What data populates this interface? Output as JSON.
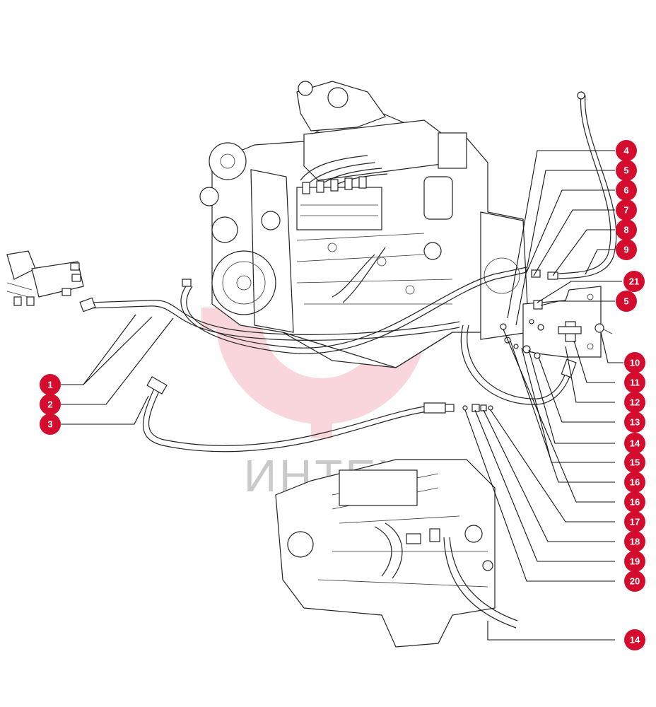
{
  "watermark": {
    "text": "ИНТЕХ"
  },
  "callouts": [
    {
      "id": "c1",
      "label": "1"
    },
    {
      "id": "c2",
      "label": "2"
    },
    {
      "id": "c3",
      "label": "3"
    },
    {
      "id": "c4",
      "label": "4"
    },
    {
      "id": "c5a",
      "label": "5"
    },
    {
      "id": "c6",
      "label": "6"
    },
    {
      "id": "c7",
      "label": "7"
    },
    {
      "id": "c8",
      "label": "8"
    },
    {
      "id": "c9",
      "label": "9"
    },
    {
      "id": "c21",
      "label": "21"
    },
    {
      "id": "c5b",
      "label": "5"
    },
    {
      "id": "c10",
      "label": "10"
    },
    {
      "id": "c11",
      "label": "11"
    },
    {
      "id": "c12",
      "label": "12"
    },
    {
      "id": "c13",
      "label": "13"
    },
    {
      "id": "c14a",
      "label": "14"
    },
    {
      "id": "c15",
      "label": "15"
    },
    {
      "id": "c16a",
      "label": "16"
    },
    {
      "id": "c16b",
      "label": "16"
    },
    {
      "id": "c17",
      "label": "17"
    },
    {
      "id": "c18",
      "label": "18"
    },
    {
      "id": "c19",
      "label": "19"
    },
    {
      "id": "c20",
      "label": "20"
    },
    {
      "id": "c14b",
      "label": "14"
    }
  ],
  "colors": {
    "badge": "#d40d2e",
    "watermark": "#e84a5f"
  }
}
